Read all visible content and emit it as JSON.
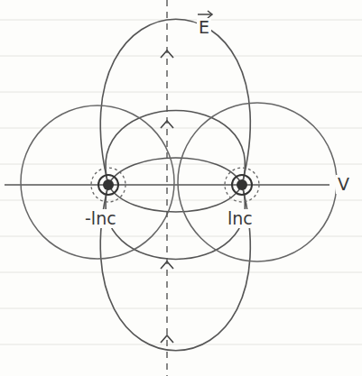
{
  "diagram": {
    "labels": [
      "E",
      "V",
      "-lnc",
      "lnc"
    ]
  }
}
